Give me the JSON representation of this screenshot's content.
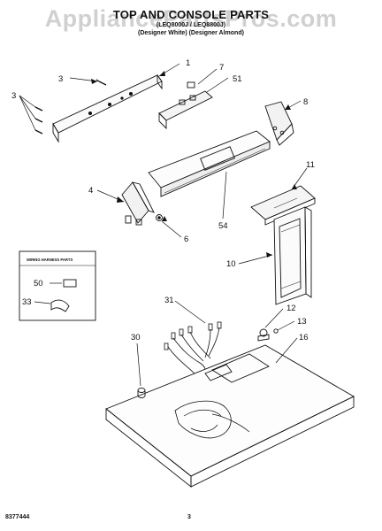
{
  "watermark": "AppliancePartsPros.com",
  "header": {
    "title": "TOP AND CONSOLE PARTS",
    "model_line": "(LEQ8000J / LEQ8800J)",
    "variant_line": "(Designer White) (Designer Almond)"
  },
  "inset": {
    "title": "WIRING HARNESS PARTS"
  },
  "callouts": [
    "1",
    "3",
    "3",
    "7",
    "51",
    "8",
    "4",
    "54",
    "6",
    "11",
    "10",
    "50",
    "33",
    "31",
    "12",
    "13",
    "16",
    "30"
  ],
  "footer": {
    "left": "8377444",
    "page": "3"
  }
}
